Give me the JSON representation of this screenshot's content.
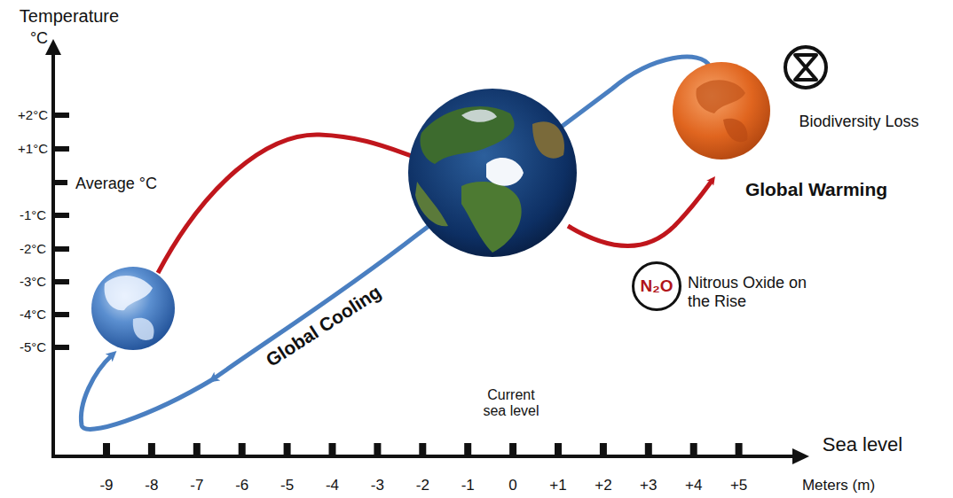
{
  "diagram": {
    "nodes": [
      {
        "text": [
          "N₂O"
        ]
      }
    ],
    "labels": [
      "Temperature",
      "°C",
      "+2°C",
      "+1°C",
      "Average °C",
      "-1°C",
      "-2°C",
      "-3°C",
      "-4°C",
      "-5°C",
      "Biodiversity Loss",
      "Global Warming",
      "Nitrous Oxide on the Rise",
      "Global Cooling",
      "Current sea level",
      "Sea level",
      "-9",
      "-8",
      "-7",
      "-6",
      "-5",
      "-4",
      "-3",
      "-2",
      "-1",
      "0",
      "+1",
      "+2",
      "+3",
      "+4",
      "+5",
      "Meters (m)"
    ]
  }
}
